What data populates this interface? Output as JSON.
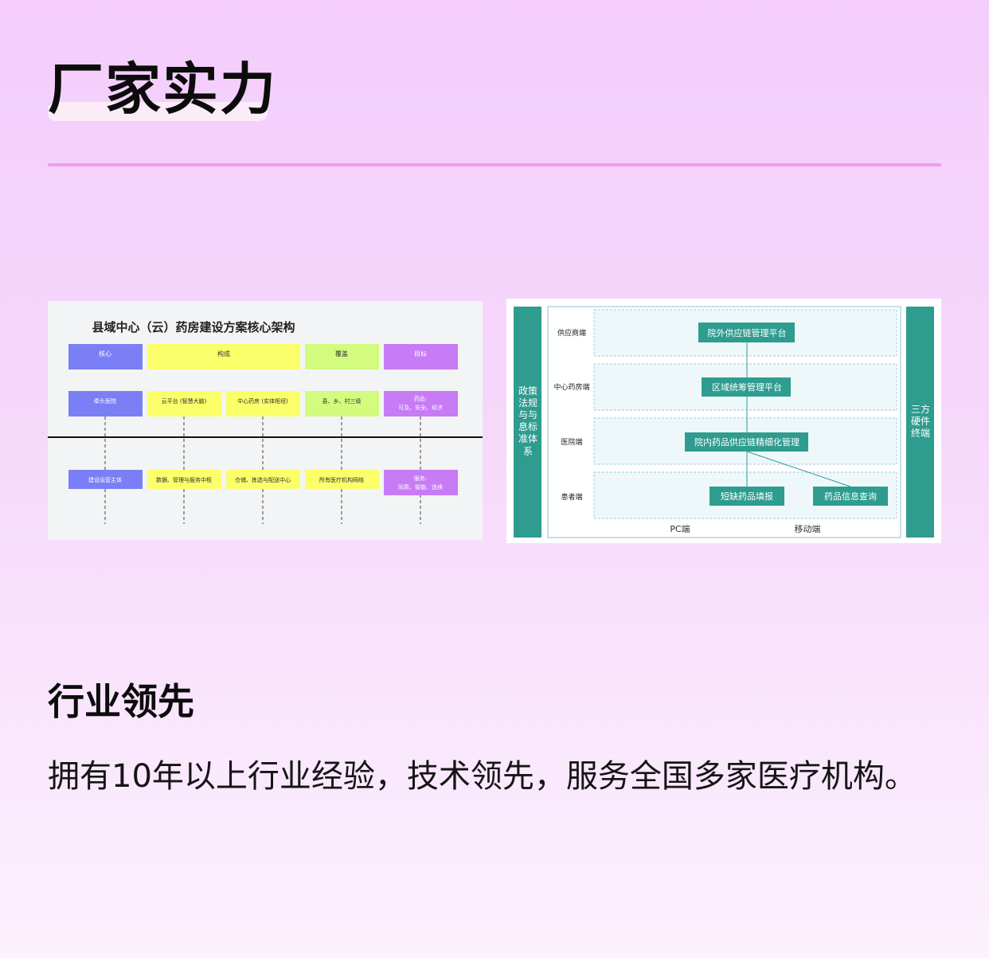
{
  "page": {
    "title": "厂家实力",
    "section_heading": "行业领先",
    "section_body": "拥有10年以上行业经验，技术领先，服务全国多家医疗机构。"
  },
  "diagram_left": {
    "title": "县域中心（云）药房建设方案核心架构",
    "header_row": [
      {
        "label": "核心",
        "color": "#7b7ff5"
      },
      {
        "label": "构成",
        "color": "#faff6a"
      },
      {
        "label": "覆盖",
        "color": "#d3fb7d"
      },
      {
        "label": "目标",
        "color": "#c77bf5"
      }
    ],
    "top_row": [
      "牵头医院",
      "云平台 (智慧大脑)",
      "中心药房 (实体枢纽)",
      "县、乡、村三级",
      "药品:",
      "可及、安全、经济"
    ],
    "bottom_row": [
      "建设运营主体",
      "数据、管理与服务中枢",
      "仓储、拣选与配送中心",
      "所有医疗机构网络",
      "服务:",
      "同质、智能、连续"
    ]
  },
  "diagram_right": {
    "left_band": [
      "政策",
      "法规",
      "与与",
      "息标",
      "准体",
      "系"
    ],
    "right_band": [
      "三方",
      "硬件",
      "终端"
    ],
    "row_labels": [
      "供应商端",
      "中心药房端",
      "医院端",
      "患者端"
    ],
    "boxes": [
      "院外供应链管理平台",
      "区域统筹管理平台",
      "院内药品供应链精细化管理",
      "短缺药品填报",
      "药品信息查询"
    ],
    "footer": [
      "PC端",
      "移动端"
    ],
    "accent_color": "#2e9c8f"
  }
}
